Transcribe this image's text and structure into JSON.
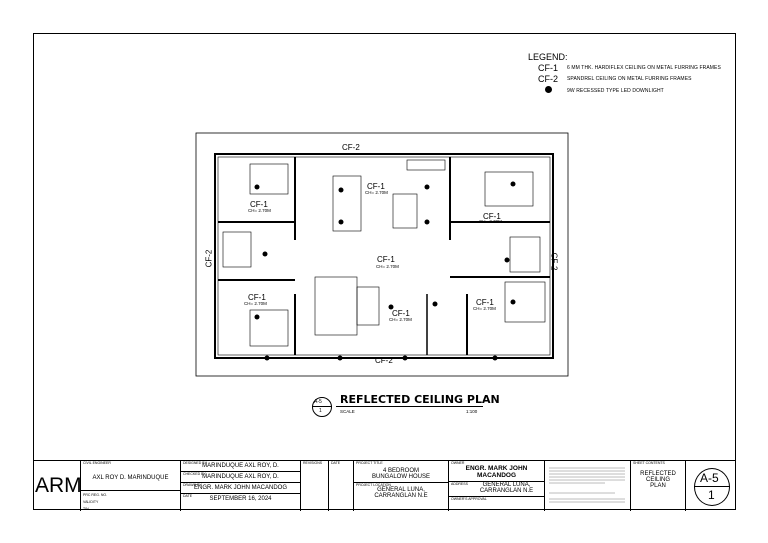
{
  "legend": {
    "title": "LEGEND:",
    "items": [
      {
        "code": "CF-1",
        "desc": "6 MM THK. HARDIFLEX CEILING ON METAL FURRING FRAMES"
      },
      {
        "code": "CF-2",
        "desc": "SPANDREL CEILING ON METAL FURRING FRAMES"
      },
      {
        "code": "",
        "desc": "9W RECESSED TYPE LED DOWNLIGHT"
      }
    ]
  },
  "plan": {
    "labels": {
      "cf2_top": "CF-2",
      "cf2_bottom": "CF-2",
      "cf2_left": "CF-2",
      "cf2_right": "CF-2",
      "cf1": "CF-1",
      "ch": "CH= 2.70M"
    }
  },
  "drawing_title": {
    "ref_top": "A-5",
    "ref_bottom": "1",
    "title": "REFLECTED CEILING PLAN",
    "scale_label": "SCALE",
    "scale_value": "1:100"
  },
  "titleblock": {
    "logo": "ARM",
    "civil_engineer_label": "CIVIL ENGINEER",
    "civil_engineer": "AXL ROY D. MARINDUQUE",
    "prc_label": "PRC REG. NO.",
    "ptr_label": "VALIDITY",
    "tin_label": "TIN",
    "designed_label": "DESIGNED BY",
    "designed": "MARINDUQUE AXL ROY, D.",
    "checked_label": "CHECKED BY",
    "checked": "MARINDUQUE AXL ROY, D.",
    "drawn_label": "DRAWN BY",
    "drawn": "ENGR. MARK JOHN MACANDOG",
    "date_label": "DATE",
    "date": "SEPTEMBER 16, 2024",
    "revisions_label": "REVISIONS",
    "date2_label": "DATE",
    "project_title_label": "PROJECT TITLE",
    "project_title_1": "4 BEDROOM",
    "project_title_2": "BUNGALOW HOUSE",
    "project_location_label": "PROJECT LOCATION",
    "location_1": "GENERAL LUNA,",
    "location_2": "CARRANGLAN N.E",
    "owner_label": "OWNER",
    "owner": "ENGR. MARK JOHN MACANDOG",
    "address_label": "ADDRESS",
    "address_1": "GENERAL LUNA,",
    "address_2": "CARRANGLAN N.E",
    "approved_label": "OWNER'S APPROVAL",
    "sheet_contents_label": "SHEET CONTENTS",
    "sheet_title_1": "REFLECTED",
    "sheet_title_2": "CEILING",
    "sheet_title_3": "PLAN",
    "sheet_no_top": "A-5",
    "sheet_no_bottom": "1"
  }
}
